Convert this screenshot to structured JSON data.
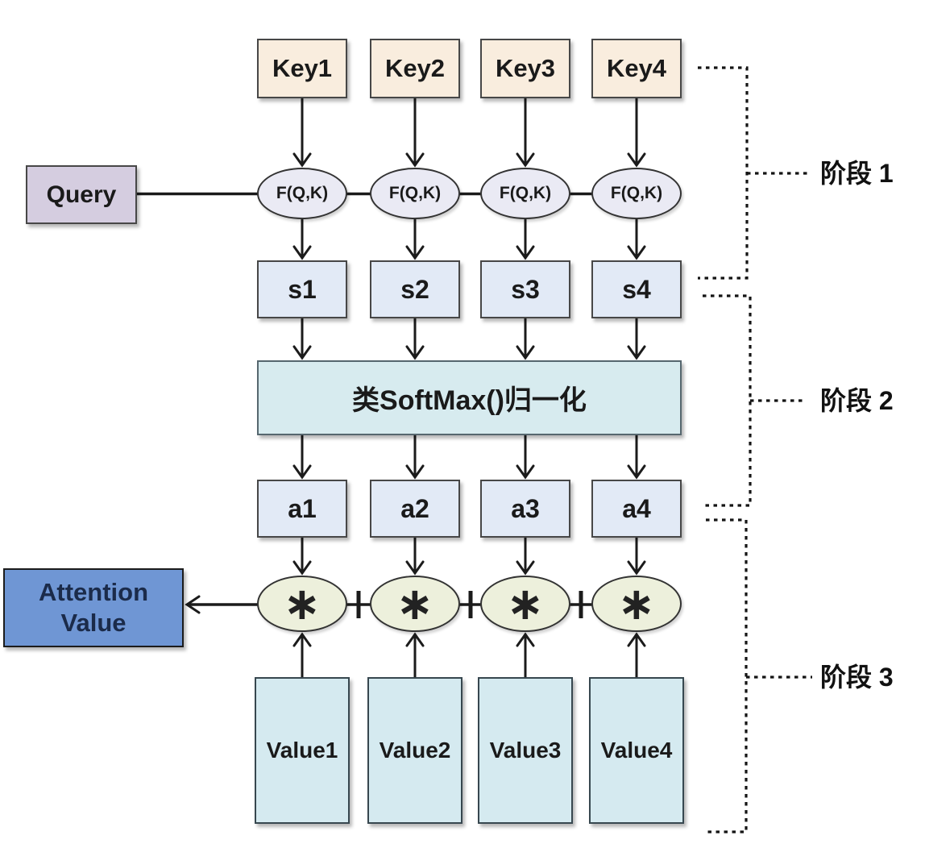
{
  "nodes": {
    "keys": [
      "Key1",
      "Key2",
      "Key3",
      "Key4"
    ],
    "query_label": "Query",
    "score_label": "F(Q,K)",
    "scores": [
      "s1",
      "s2",
      "s3",
      "s4"
    ],
    "softmax_label": "类SoftMax()归一化",
    "weights": [
      "a1",
      "a2",
      "a3",
      "a4"
    ],
    "multiply_symbol": "∗",
    "attention_line1": "Attention",
    "attention_line2": "Value",
    "values": [
      "Value1",
      "Value2",
      "Value3",
      "Value4"
    ]
  },
  "stages": [
    "阶段 1",
    "阶段 2",
    "阶段 3"
  ],
  "colors": {
    "key_fill": "#F9EDDE",
    "query_fill": "#D5CDE0",
    "score_fill": "#EAEAF4",
    "score_box_fill": "#E2EAF6",
    "softmax_fill": "#D7EBEF",
    "multiply_fill": "#EDF0DC",
    "attention_fill": "#6F96D4",
    "attention_text": "#1b2b4a",
    "value_fill": "#D5EAF0",
    "line_color": "#1b1b1b"
  }
}
